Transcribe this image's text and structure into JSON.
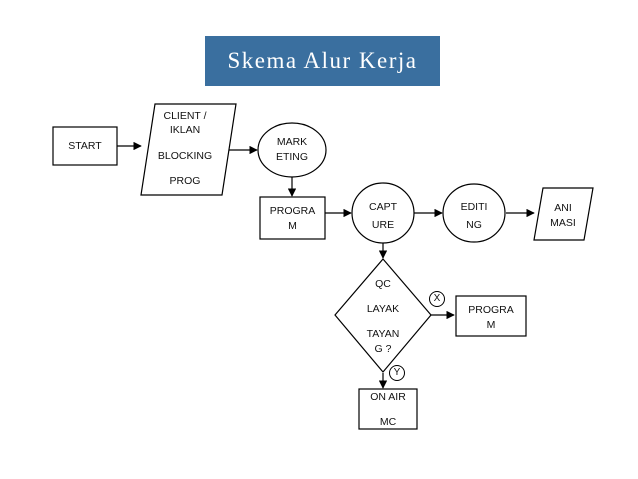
{
  "title": "Skema Alur Kerja",
  "colors": {
    "title_bg": "#3a6f9f",
    "title_text": "#ffffff",
    "stroke": "#000000",
    "fill": "#ffffff"
  },
  "nodes": {
    "start": {
      "shape": "rectangle",
      "label": "START"
    },
    "client": {
      "shape": "parallelogram",
      "lines": [
        "CLIENT /",
        "IKLAN",
        "BLOCKING",
        "PROG"
      ]
    },
    "marketing": {
      "shape": "ellipse",
      "lines": [
        "MARK",
        "ETING"
      ]
    },
    "program1": {
      "shape": "rectangle",
      "lines": [
        "PROGRA",
        "M"
      ]
    },
    "capture": {
      "shape": "ellipse",
      "lines": [
        "CAPT",
        "URE"
      ]
    },
    "editing": {
      "shape": "ellipse",
      "lines": [
        "EDITI",
        "NG"
      ]
    },
    "animasi": {
      "shape": "parallelogram",
      "lines": [
        "ANI",
        "MASI"
      ]
    },
    "qc": {
      "shape": "diamond",
      "lines": [
        "QC",
        "LAYAK",
        "TAYAN",
        "G ?"
      ]
    },
    "program2": {
      "shape": "rectangle",
      "lines": [
        "PROGRA",
        "M"
      ]
    },
    "onair": {
      "shape": "rectangle",
      "lines": [
        "ON AIR",
        "MC"
      ]
    }
  },
  "edges": [
    {
      "from": "start",
      "to": "client"
    },
    {
      "from": "client",
      "to": "marketing"
    },
    {
      "from": "marketing",
      "to": "program1"
    },
    {
      "from": "program1",
      "to": "capture"
    },
    {
      "from": "capture",
      "to": "editing"
    },
    {
      "from": "editing",
      "to": "animasi"
    },
    {
      "from": "capture",
      "to": "qc"
    },
    {
      "from": "qc",
      "to": "program2",
      "label": "X"
    },
    {
      "from": "qc",
      "to": "onair",
      "label": "Y"
    }
  ]
}
